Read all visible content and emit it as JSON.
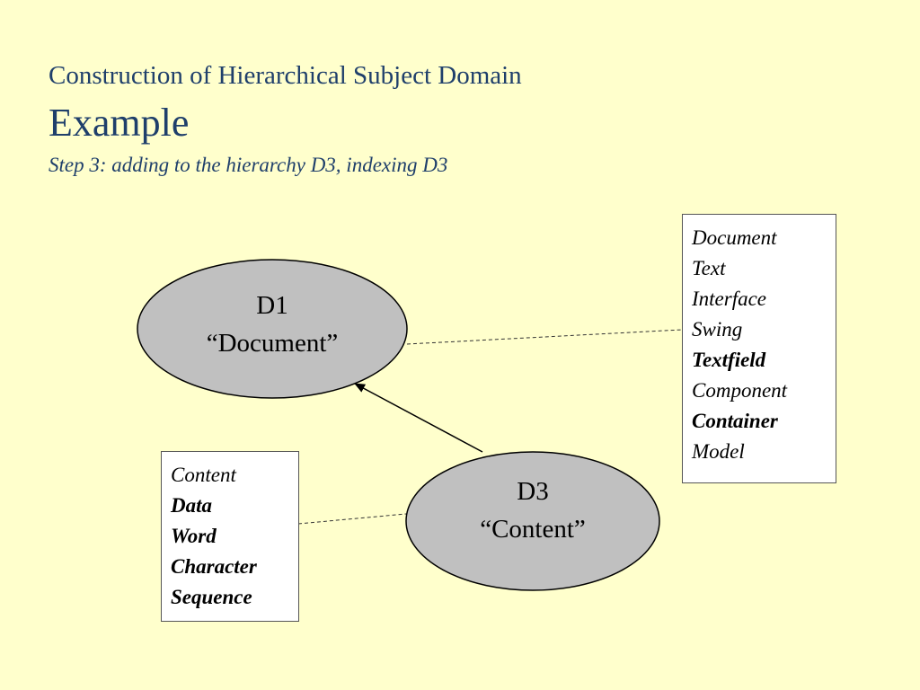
{
  "header": {
    "line1": "Construction of Hierarchical Subject Domain",
    "title": "Example",
    "subtitle": "Step 3: adding to the hierarchy D3, indexing D3"
  },
  "nodes": {
    "d1": {
      "id": "D1",
      "label": "“Document”"
    },
    "d3": {
      "id": "D3",
      "label": "“Content”"
    }
  },
  "term_boxes": {
    "d1_terms": [
      {
        "text": "Document",
        "bold": false
      },
      {
        "text": "Text",
        "bold": false
      },
      {
        "text": "Interface",
        "bold": false
      },
      {
        "text": "Swing",
        "bold": false
      },
      {
        "text": "Textfield",
        "bold": true
      },
      {
        "text": "Component",
        "bold": false
      },
      {
        "text": "Container",
        "bold": true
      },
      {
        "text": "Model",
        "bold": false
      }
    ],
    "d3_terms": [
      {
        "text": "Content",
        "bold": false
      },
      {
        "text": "Data",
        "bold": true
      },
      {
        "text": "Word",
        "bold": true
      },
      {
        "text": "Character",
        "bold": true
      },
      {
        "text": "Sequence",
        "bold": true
      }
    ]
  },
  "colors": {
    "background": "#FFFFCC",
    "title": "#1F3F6B",
    "node_fill": "#C0C0C0"
  }
}
